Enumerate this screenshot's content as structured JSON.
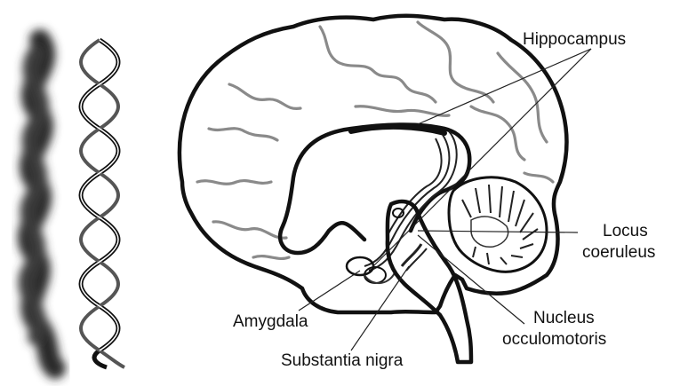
{
  "labels": {
    "hippocampus": "Hippocampus",
    "locus_1": "Locus",
    "locus_2": "coeruleus",
    "nucleus_1": "Nucleus",
    "nucleus_2": "occulomotoris",
    "amygdala": "Amygdala",
    "substantia": "Substantia nigra"
  },
  "colors": {
    "outline": "#111111",
    "sulcus": "#8a8a8a",
    "background": "#ffffff"
  }
}
